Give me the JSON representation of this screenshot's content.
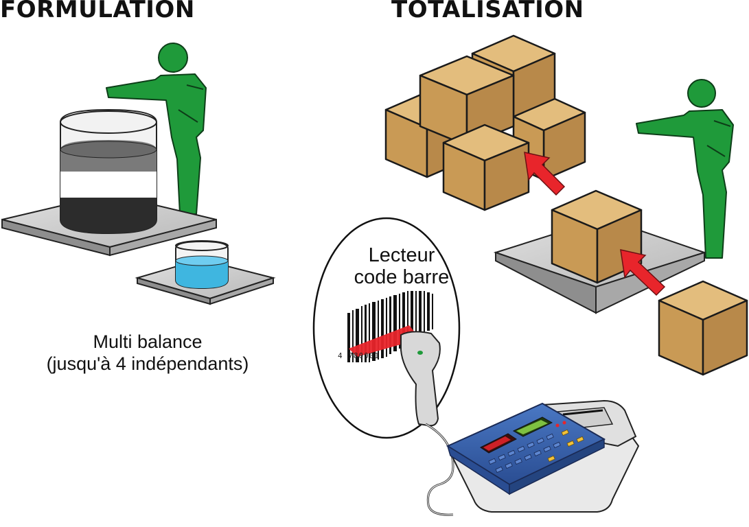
{
  "headings": {
    "left": "FORMULATION",
    "right": "TOTALISATION"
  },
  "caption": {
    "line1": "Multi balance",
    "line2": "(jusqu'à 4 indépendants)"
  },
  "scanner": {
    "line1": "Lecteur",
    "line2": "code barre",
    "barcode_digits": "4  780001"
  },
  "colors": {
    "person": "#1f9a3a",
    "box": "#d3a866",
    "box_edge": "#1a1a1a",
    "arrow": "#e8252b",
    "platform": "#c9c9c9",
    "liquid": "#3fb6e0",
    "terminal": "#3a63b0"
  },
  "icons": [
    "person-icon",
    "box-icon",
    "arrow-icon",
    "scale-platform-icon",
    "beaker-icon",
    "barcode-scanner-icon",
    "weighing-terminal-icon"
  ]
}
